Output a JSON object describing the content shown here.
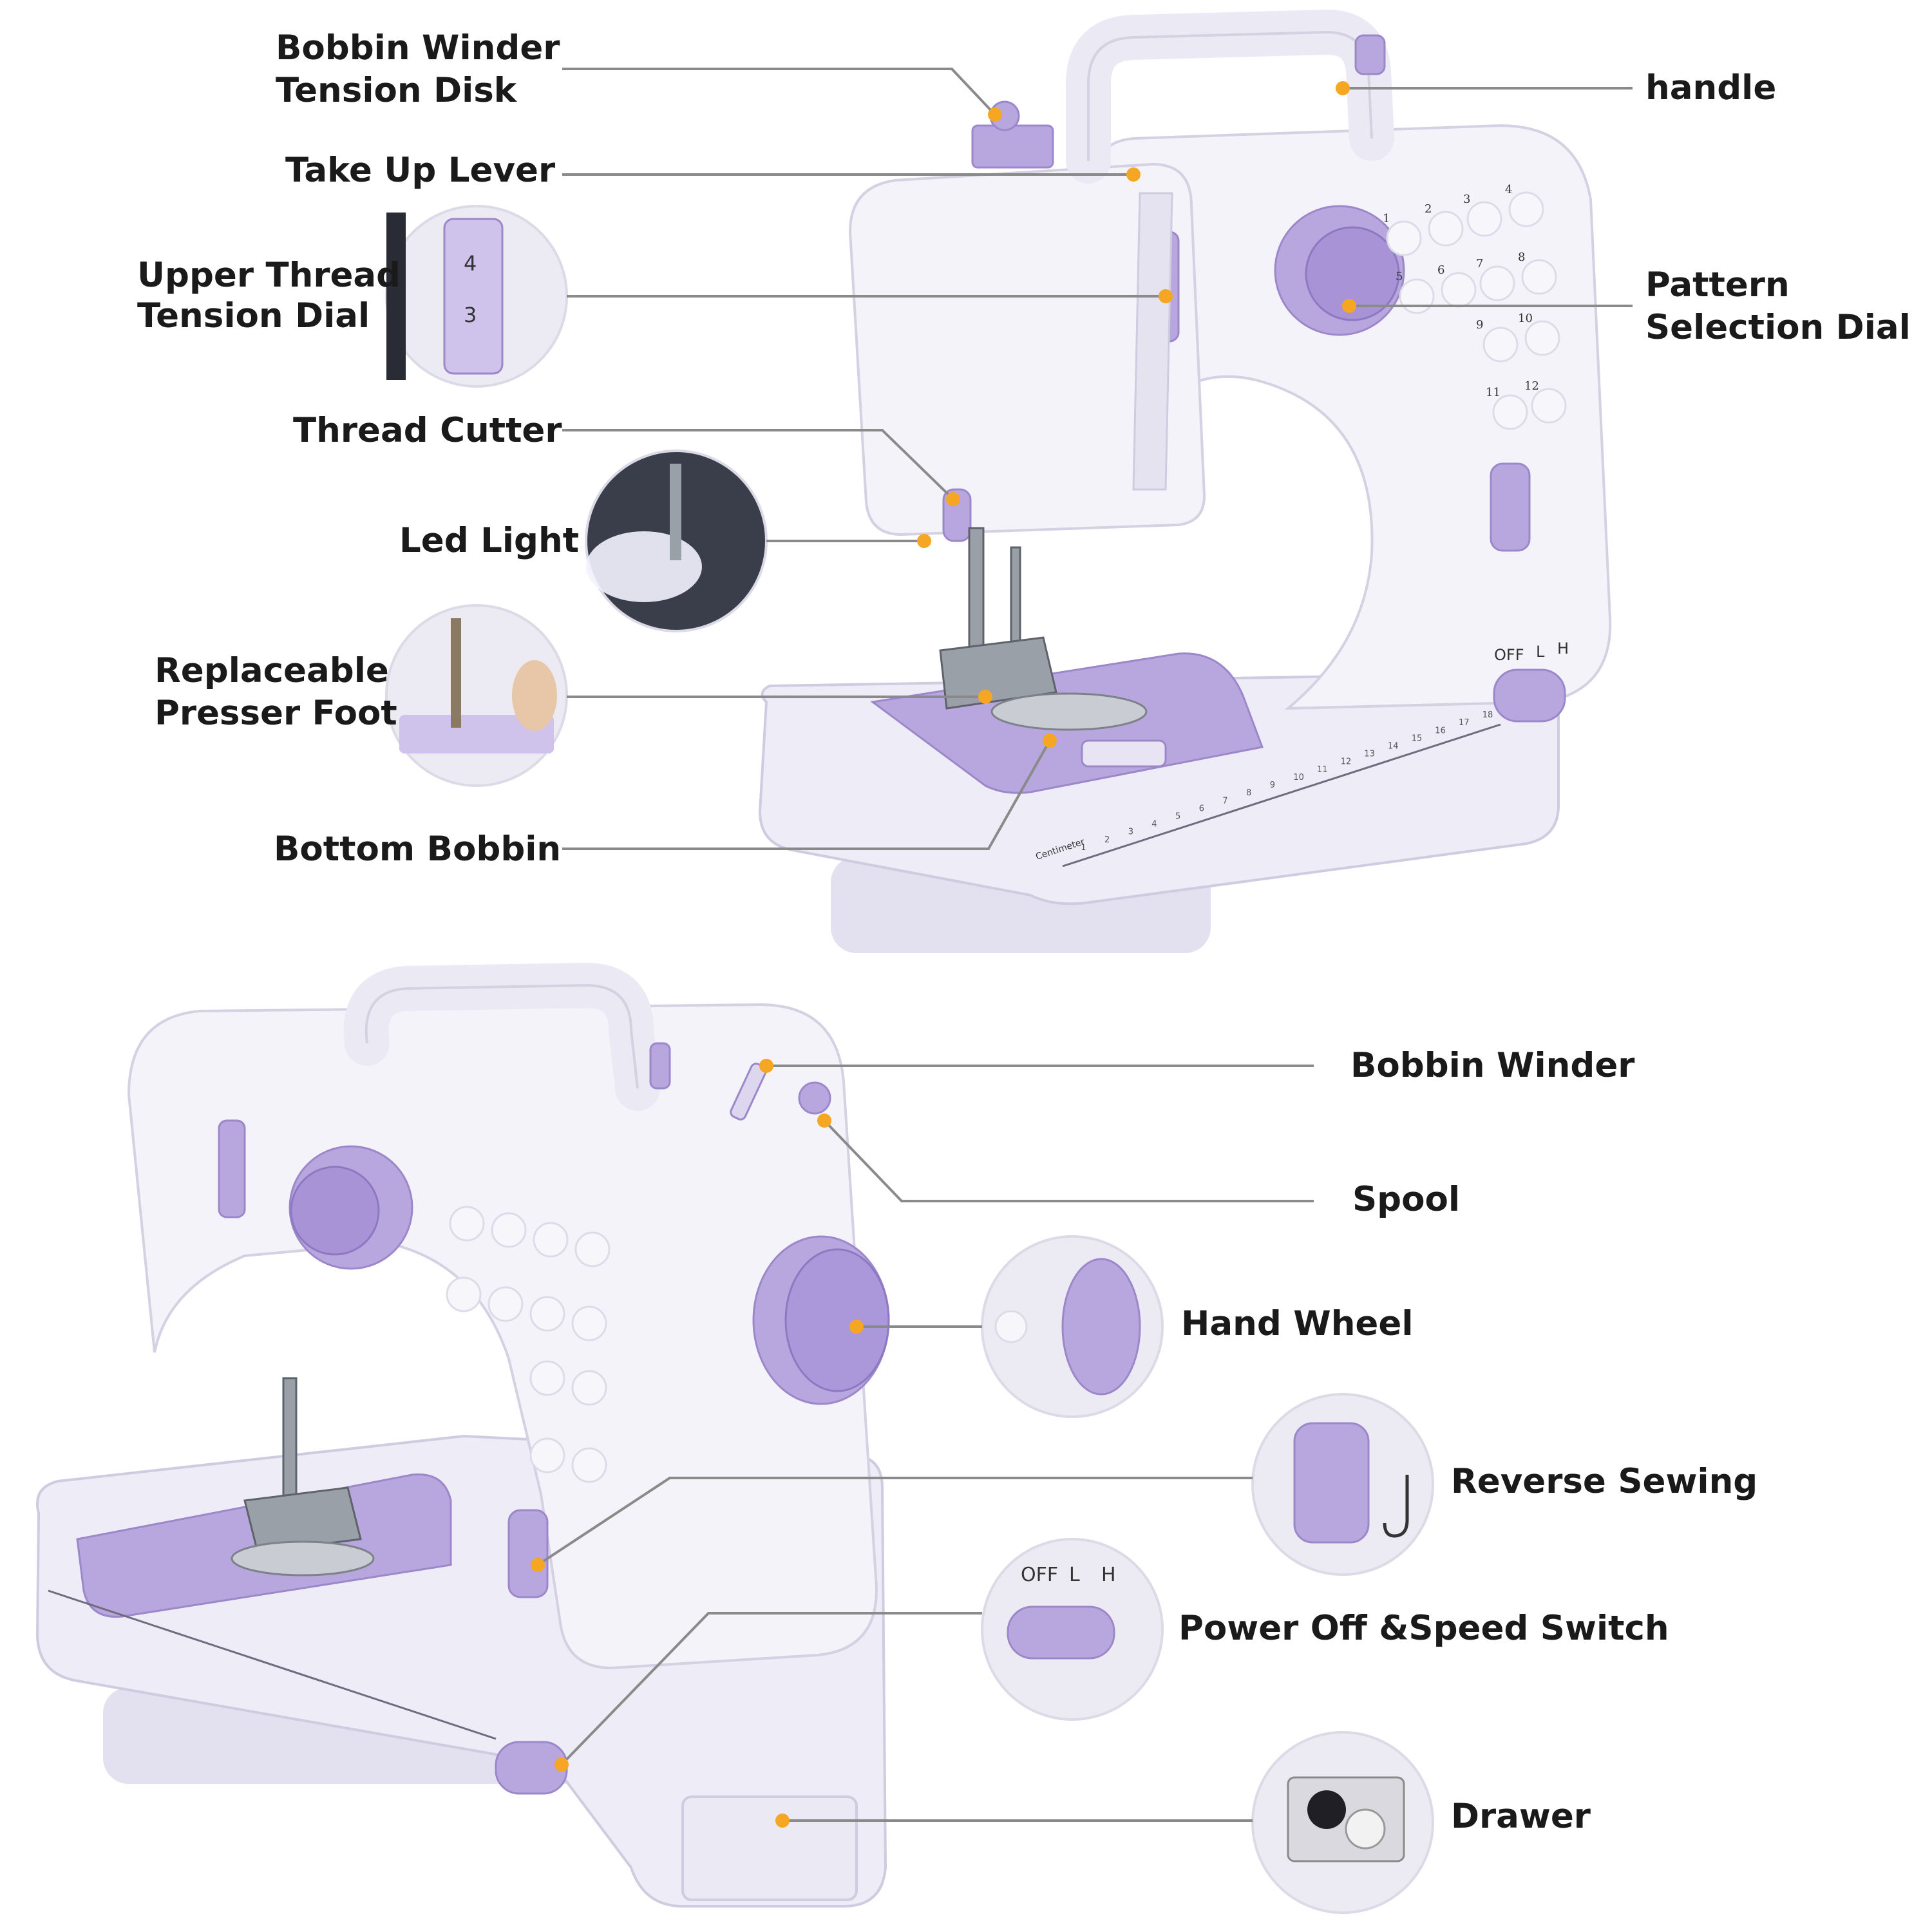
{
  "callouts": [
    {
      "id": "bobbin-winder-tension-disk",
      "lines": [
        "Bobbin Winder",
        "Tension Disk"
      ]
    },
    {
      "id": "take-up-lever",
      "lines": [
        "Take Up Lever"
      ]
    },
    {
      "id": "upper-thread-tension-dial",
      "lines": [
        "Upper Thread",
        "Tension Dial"
      ]
    },
    {
      "id": "thread-cutter",
      "lines": [
        "Thread Cutter"
      ]
    },
    {
      "id": "led-light",
      "lines": [
        "Led Light"
      ]
    },
    {
      "id": "replaceable-presser-foot",
      "lines": [
        "Replaceable",
        "Presser Foot"
      ]
    },
    {
      "id": "bottom-bobbin",
      "lines": [
        "Bottom Bobbin"
      ]
    },
    {
      "id": "handle",
      "lines": [
        "handle"
      ]
    },
    {
      "id": "pattern-selection-dial",
      "lines": [
        "Pattern",
        "Selection Dial"
      ]
    },
    {
      "id": "bobbin-winder",
      "lines": [
        "Bobbin Winder"
      ]
    },
    {
      "id": "spool",
      "lines": [
        "Spool"
      ]
    },
    {
      "id": "hand-wheel",
      "lines": [
        "Hand Wheel"
      ]
    },
    {
      "id": "reverse-sewing",
      "lines": [
        "Reverse Sewing"
      ]
    },
    {
      "id": "power-speed-switch",
      "lines": [
        "Power Off &Speed Switch"
      ]
    },
    {
      "id": "drawer",
      "lines": [
        "Drawer"
      ]
    }
  ],
  "machine_markings": {
    "switch_labels": [
      "OFF",
      "L",
      "H"
    ],
    "ruler_label": "Centimeter",
    "ruler_numbers": [
      "1",
      "2",
      "3",
      "4",
      "5",
      "6",
      "7",
      "8",
      "9",
      "10",
      "11",
      "12",
      "13",
      "14",
      "15",
      "16",
      "17",
      "18"
    ],
    "stitch_numbers": [
      "1",
      "2",
      "3",
      "4",
      "5",
      "6",
      "7",
      "8",
      "9",
      "10",
      "11",
      "12"
    ],
    "tension_dial_numbers": [
      "4",
      "3"
    ]
  },
  "colors": {
    "accent": "#b8a6de",
    "callout_dot": "#f5a623",
    "leader_line": "#8a8a8a",
    "label_text": "#1a1a1a"
  }
}
